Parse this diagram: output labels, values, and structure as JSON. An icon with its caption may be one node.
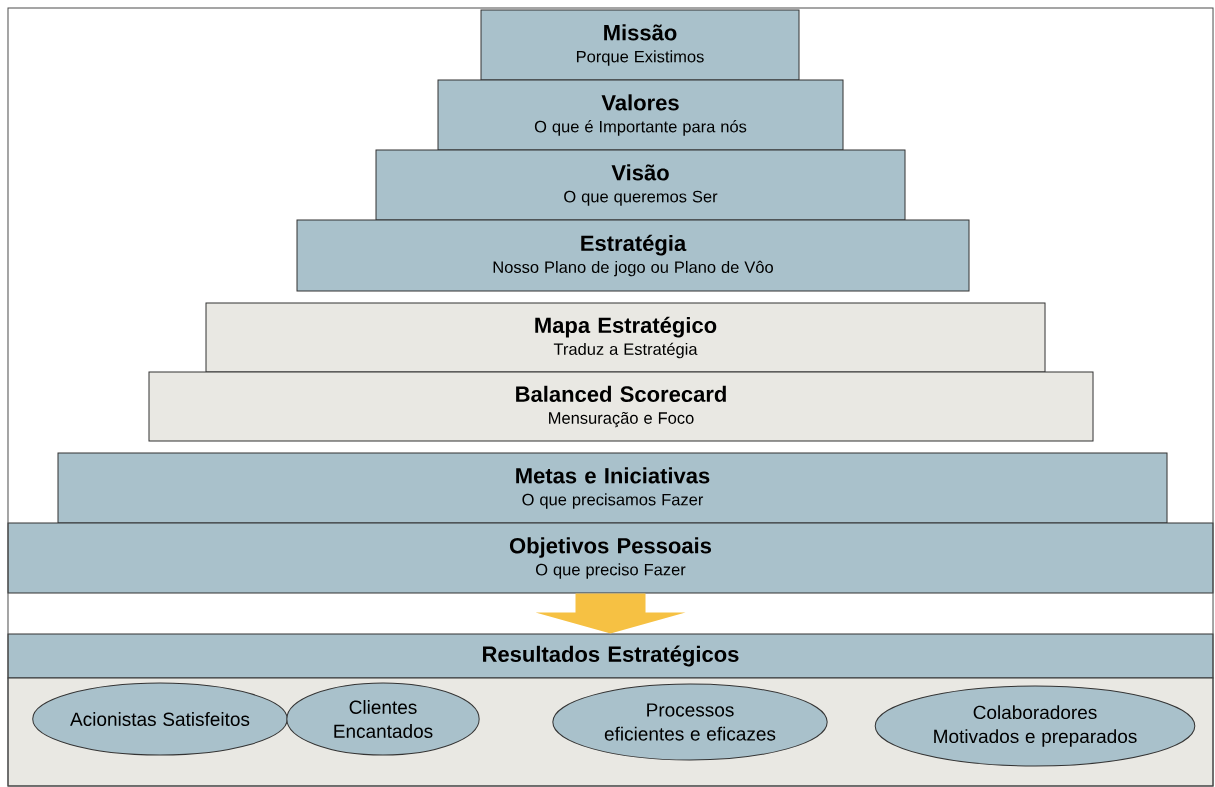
{
  "diagram": {
    "nodes": [
      {
        "text": [
          "Missão",
          "Porque Existimos"
        ]
      },
      {
        "text": [
          "Valores",
          "O que é Importante para nós"
        ]
      },
      {
        "text": [
          "Visão",
          "O que queremos Ser"
        ]
      },
      {
        "text": [
          "Estratégia",
          "Nosso Plano de jogo ou Plano de Vôo"
        ]
      },
      {
        "text": [
          "Mapa Estratégico",
          "Traduz a Estratégia"
        ]
      },
      {
        "text": [
          "Balanced Scorecard",
          "Mensuração e Foco"
        ]
      },
      {
        "text": [
          "Metas e Iniciativas",
          "O que precisamos Fazer"
        ]
      },
      {
        "text": [
          "Objetivos Pessoais",
          "O que preciso Fazer"
        ]
      },
      {
        "text": [
          "Resultados Estratégicos"
        ]
      },
      {
        "text": [],
        "shape": "box"
      },
      {
        "text": [
          "Acionistas Satisfeitos"
        ],
        "in": 9
      },
      {
        "text": [
          "Clientes Encantados"
        ],
        "in": 9
      },
      {
        "text": [
          "Processos eficientes e eficazes"
        ],
        "in": 9
      },
      {
        "text": [
          "Colaboradores Motivados e preparados"
        ],
        "in": 9
      }
    ],
    "edges": [
      {
        "from": 7,
        "to": 8,
        "arrow": "to"
      }
    ]
  }
}
